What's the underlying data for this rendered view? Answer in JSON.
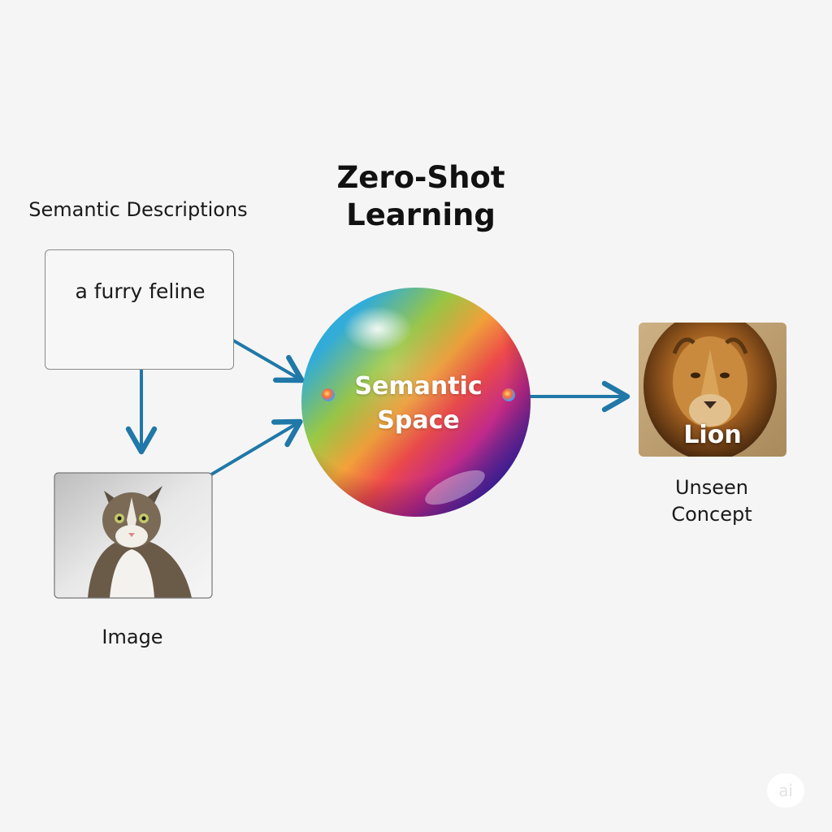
{
  "title": {
    "line1": "Zero-Shot",
    "line2": "Learning"
  },
  "semantic_descriptions_label": "Semantic Descriptions",
  "description_text": "a furry feline",
  "image_label": "Image",
  "sphere": {
    "line1": "Semantic",
    "line2": "Space"
  },
  "lion_label": "Lion",
  "unseen": {
    "line1": "Unseen",
    "line2": "Concept"
  },
  "watermark": "ai",
  "colors": {
    "arrow": "#1f78a8",
    "background": "#f5f5f5",
    "box_border": "#8a8a8a"
  }
}
